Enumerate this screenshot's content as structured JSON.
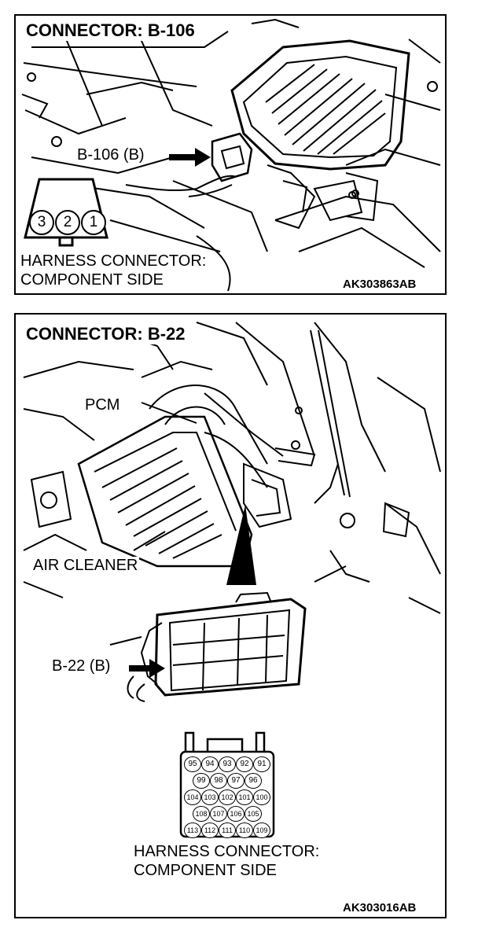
{
  "panels": [
    {
      "title": "CONNECTOR: B-106",
      "callout": "B-106 (B)",
      "pins": [
        "3",
        "2",
        "1"
      ],
      "side_label_line1": "HARNESS CONNECTOR:",
      "side_label_line2": "COMPONENT SIDE",
      "code": "AK303863AB"
    },
    {
      "title": "CONNECTOR: B-22",
      "pcm_label": "PCM",
      "air_cleaner_label": "AIR CLEANER",
      "callout": "B-22 (B)",
      "pin_rows": [
        [
          "95",
          "94",
          "93",
          "92",
          "91"
        ],
        [
          "99",
          "98",
          "97",
          "96"
        ],
        [
          "104",
          "103",
          "102",
          "101",
          "100"
        ],
        [
          "108",
          "107",
          "106",
          "105"
        ],
        [
          "113",
          "112",
          "111",
          "110",
          "109"
        ]
      ],
      "side_label_line1": "HARNESS CONNECTOR:",
      "side_label_line2": "COMPONENT SIDE",
      "code": "AK303016AB"
    }
  ]
}
